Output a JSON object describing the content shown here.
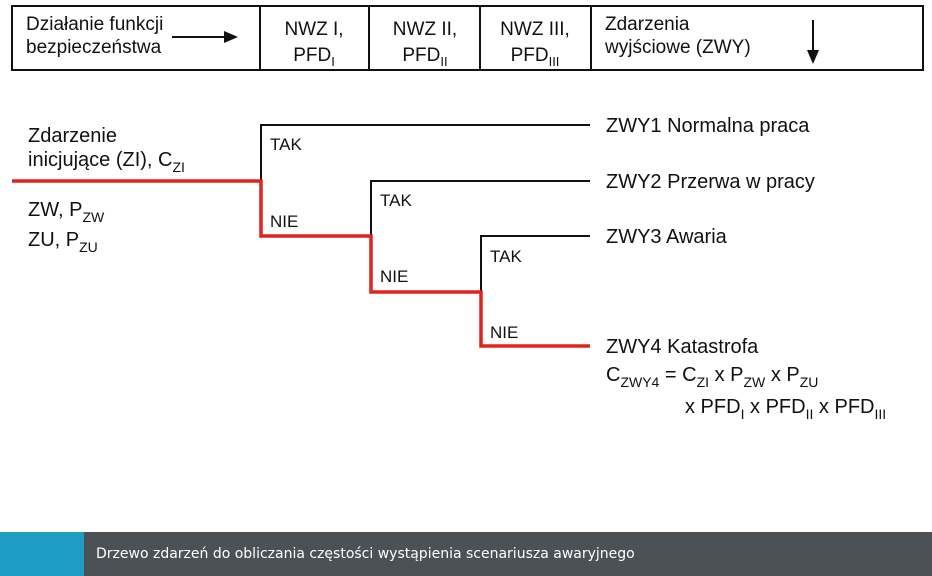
{
  "header": {
    "col0_line1": "Działanie funkcji",
    "col0_line2": "bezpieczeństwa",
    "col1_line1": "NWZ I,",
    "col1_pfd": "PFD",
    "col1_sub": "I",
    "col2_line1": "NWZ II,",
    "col2_pfd": "PFD",
    "col2_sub": "II",
    "col3_line1": "NWZ III,",
    "col3_pfd": "PFD",
    "col3_sub": "III",
    "col4_line1": "Zdarzenia",
    "col4_line2": "wyjściowe (ZWY)"
  },
  "initiator": {
    "line1": "Zdarzenie",
    "line2": "inicjujące (ZI), C",
    "line2_sub": "ZI",
    "zw_text": "ZW, P",
    "zw_sub": "ZW",
    "zu_text": "ZU, P",
    "zu_sub": "ZU"
  },
  "branch_labels": {
    "tak": "TAK",
    "nie": "NIE"
  },
  "outcomes": {
    "zwy1": "ZWY1 Normalna praca",
    "zwy2": "ZWY2 Przerwa w pracy",
    "zwy3": "ZWY3 Awaria",
    "zwy4": "ZWY4 Katastrofa"
  },
  "formula": {
    "c": "C",
    "c_sub": "ZWY4",
    "eq": " = C",
    "zi_sub": "ZI",
    "x_pzw": " x P",
    "zw_sub": "ZW",
    "x_pzu": " x P",
    "zu_sub": "ZU",
    "x_pfd1": "x PFD",
    "pfd1_sub": "I",
    "x_pfd2": " x PFD",
    "pfd2_sub": "II",
    "x_pfd3": " x PFD",
    "pfd3_sub": "III"
  },
  "caption": {
    "text": "Drzewo zdarzeń do obliczania częstości wystąpienia scenariusza awaryjnego"
  },
  "colors": {
    "failure_path": "#e0231b",
    "line": "#111111",
    "caption_bg": "#4b5155",
    "caption_accent": "#1e9cc6"
  }
}
